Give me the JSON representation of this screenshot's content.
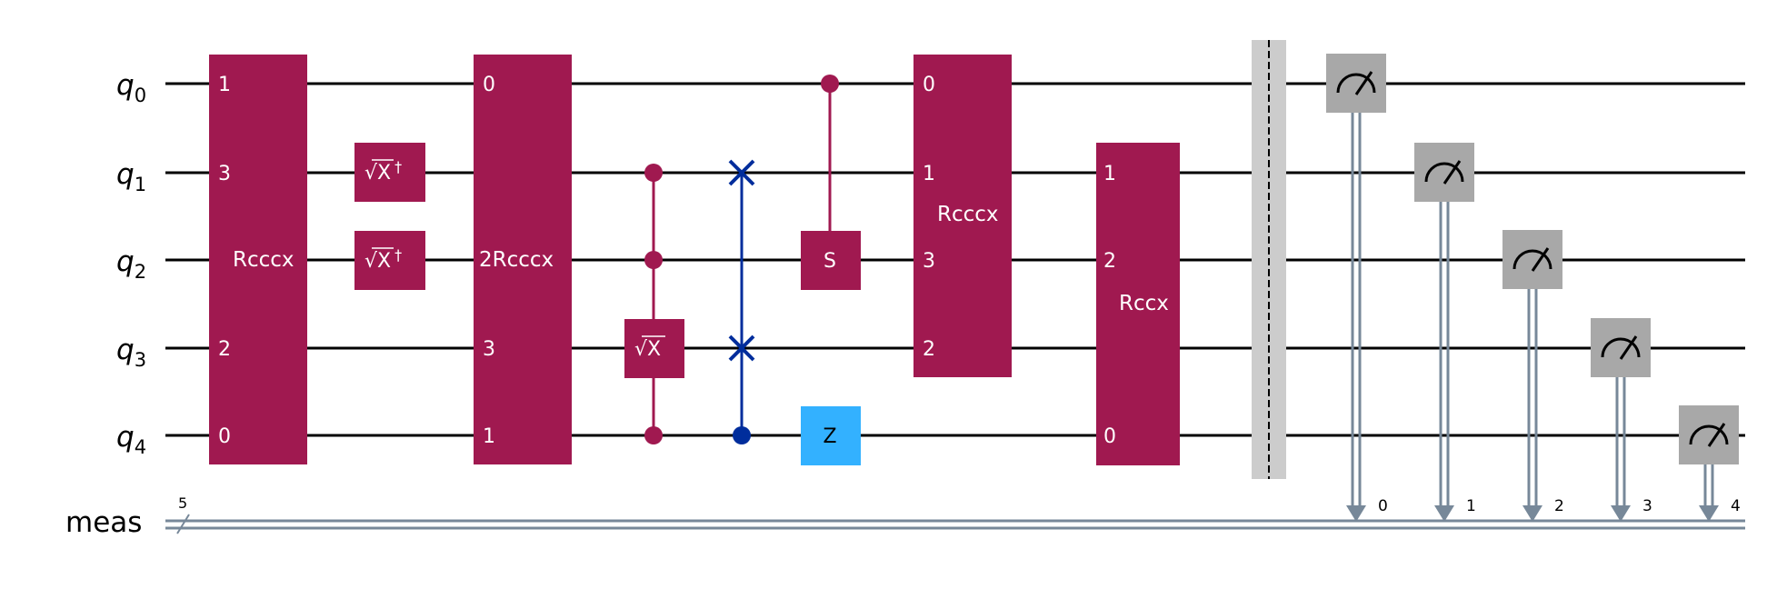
{
  "qubit_labels": [
    {
      "base": "q",
      "sub": "0"
    },
    {
      "base": "q",
      "sub": "1"
    },
    {
      "base": "q",
      "sub": "2"
    },
    {
      "base": "q",
      "sub": "3"
    },
    {
      "base": "q",
      "sub": "4"
    }
  ],
  "classical_register": {
    "label": "meas",
    "size": "5",
    "bit_labels": [
      "0",
      "1",
      "2",
      "3",
      "4"
    ]
  },
  "colors": {
    "multi_gate": "#a01950",
    "controlled": "#a01950",
    "swap": "#002d9c",
    "z_gate": "#33b1ff",
    "measure": "#a8a8a8",
    "barrier": "#cccccc",
    "classical_wire": "#778899",
    "wire": "#000000"
  },
  "gates": [
    {
      "name": "Rcccx",
      "order": [
        "1",
        "3",
        null,
        "2",
        "0"
      ],
      "label_kind": "center"
    },
    {
      "name": "√X†",
      "qubit": 1
    },
    {
      "name": "√X†",
      "qubit": 2
    },
    {
      "name": "Rcccx",
      "order": [
        "0",
        null,
        "2",
        "3",
        "1"
      ],
      "label_kind": "inline-q2"
    },
    {
      "name": "√X",
      "qubit": 3,
      "controls": [
        1,
        2,
        4
      ]
    },
    {
      "name": "swap",
      "qubits": [
        1,
        3
      ],
      "control": 4
    },
    {
      "name": "S",
      "qubit": 2,
      "control": 0
    },
    {
      "name": "Z",
      "qubit": 4
    },
    {
      "name": "Rcccx",
      "order": [
        "0",
        "1",
        "3",
        "2",
        null
      ]
    },
    {
      "name": "Rccx",
      "order": [
        null,
        "1",
        "2",
        null,
        "0"
      ]
    }
  ],
  "text": {
    "rcccx_1": "Rcccx",
    "rcccx_2": "Rcccx",
    "rcccx_2_prefix": "2",
    "rcccx_3": "Rcccx",
    "rccx": "Rccx",
    "sxdg_1": "√X",
    "sxdg_2": "√X",
    "dagger": "†",
    "sx": "√X",
    "s_gate": "S",
    "z_gate": "Z",
    "g1_idx": [
      "1",
      "3",
      "2",
      "0"
    ],
    "g4_idx": [
      "0",
      "3",
      "1"
    ],
    "g9_idx": [
      "0",
      "1",
      "3",
      "2"
    ],
    "g10_idx": [
      "1",
      "2",
      "0"
    ]
  }
}
